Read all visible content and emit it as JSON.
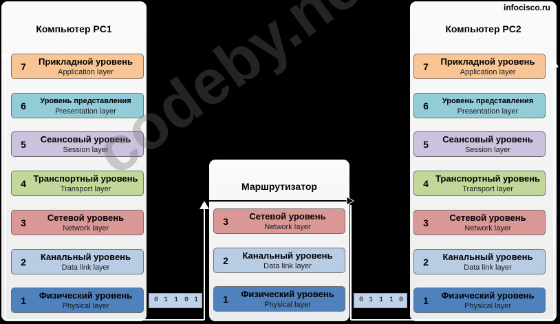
{
  "site": "infocisco.ru",
  "watermark": "codeby.net",
  "pc1": {
    "title": "Компьютер PC1",
    "layers": [
      {
        "num": "7",
        "ru": "Прикладной уровень",
        "en": "Application layer"
      },
      {
        "num": "6",
        "ru": "Уровень представления",
        "en": "Presentation layer"
      },
      {
        "num": "5",
        "ru": "Сеансовый уровень",
        "en": "Session layer"
      },
      {
        "num": "4",
        "ru": "Транспортный уровень",
        "en": "Transport layer"
      },
      {
        "num": "3",
        "ru": "Сетевой уровень",
        "en": "Network layer"
      },
      {
        "num": "2",
        "ru": "Канальный уровень",
        "en": "Data link layer"
      },
      {
        "num": "1",
        "ru": "Физический уровень",
        "en": "Physical layer"
      }
    ]
  },
  "router": {
    "title": "Маршрутизатор",
    "layers": [
      {
        "num": "3",
        "ru": "Сетевой уровень",
        "en": "Network layer"
      },
      {
        "num": "2",
        "ru": "Канальный уровень",
        "en": "Data link layer"
      },
      {
        "num": "1",
        "ru": "Физический уровень",
        "en": "Physical layer"
      }
    ]
  },
  "pc2": {
    "title": "Компьютер PC2",
    "layers": [
      {
        "num": "7",
        "ru": "Прикладной уровень",
        "en": "Application layer"
      },
      {
        "num": "6",
        "ru": "Уровень представления",
        "en": "Presentation layer"
      },
      {
        "num": "5",
        "ru": "Сеансовый уровень",
        "en": "Session layer"
      },
      {
        "num": "4",
        "ru": "Транспортный уровень",
        "en": "Transport layer"
      },
      {
        "num": "3",
        "ru": "Сетевой уровень",
        "en": "Network layer"
      },
      {
        "num": "2",
        "ru": "Канальный уровень",
        "en": "Data link layer"
      },
      {
        "num": "1",
        "ru": "Физический уровень",
        "en": "Physical layer"
      }
    ]
  },
  "bits_left": [
    "0",
    "1",
    "1",
    "0",
    "1"
  ],
  "bits_right": [
    "0",
    "1",
    "1",
    "1",
    "0"
  ],
  "colors": {
    "application": "#fac594",
    "presentation": "#93ccd9",
    "session": "#ccc2dd",
    "transport": "#c2d79a",
    "network": "#d99896",
    "datalink": "#b8cce4",
    "physical": "#4f81bd"
  }
}
